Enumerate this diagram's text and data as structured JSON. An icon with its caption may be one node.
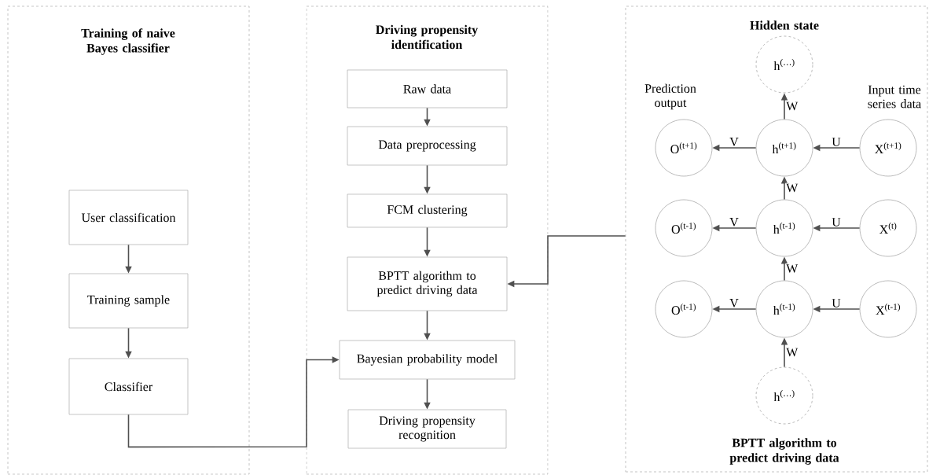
{
  "diagram": {
    "nodes": [
      {
        "text": [
          "Training of naive Bayes classifier"
        ]
      },
      {
        "text": [
          "User classification"
        ],
        "in": 0
      },
      {
        "text": [
          "Training sample"
        ],
        "in": 0
      },
      {
        "text": [
          "Classifier"
        ],
        "in": 0
      },
      {
        "text": [
          "Driving propensity identification"
        ]
      },
      {
        "text": [
          "Raw data"
        ],
        "in": 4
      },
      {
        "text": [
          "Data preprocessing"
        ],
        "in": 4
      },
      {
        "text": [
          "FCM clustering"
        ],
        "in": 4
      },
      {
        "text": [
          "BPTT algorithm to predict driving data"
        ],
        "in": 4
      },
      {
        "text": [
          "Bayesian probability model"
        ],
        "in": 4
      },
      {
        "text": [
          "Driving propensity recognition"
        ],
        "in": 4
      },
      {
        "text": [
          "Hidden state",
          "BPTT algorithm to predict driving data"
        ]
      },
      {
        "text": [
          "h$^{(…)}$"
        ],
        "in": 11
      },
      {
        "text": [
          "O$^{(t+1)}$"
        ],
        "in": 11,
        "beside": [
          "Prediction output"
        ]
      },
      {
        "text": [
          "h$^{(t+1)}$"
        ],
        "in": 11
      },
      {
        "text": [
          "X$^{(t+1)}$"
        ],
        "in": 11,
        "beside": [
          "Input time series data"
        ]
      },
      {
        "text": [
          "O$^{(t-1)}$"
        ],
        "in": 11
      },
      {
        "text": [
          "h$^{(t-1)}$"
        ],
        "in": 11
      },
      {
        "text": [
          "X$^{(t)}$"
        ],
        "in": 11
      },
      {
        "text": [
          "O$^{(t-1)}$"
        ],
        "in": 11
      },
      {
        "text": [
          "h$^{(t-1)}$"
        ],
        "in": 11
      },
      {
        "text": [
          "X$^{(t-1)}$"
        ],
        "in": 11
      },
      {
        "text": [
          "h$^{(…)}$"
        ],
        "in": 11
      }
    ],
    "edges": [
      {
        "from": 1,
        "to": 2,
        "arrow": "to"
      },
      {
        "from": 2,
        "to": 3,
        "arrow": "to"
      },
      {
        "from": 3,
        "to": 9,
        "arrow": "to"
      },
      {
        "from": 5,
        "to": 6,
        "arrow": "to"
      },
      {
        "from": 6,
        "to": 7,
        "arrow": "to"
      },
      {
        "from": 7,
        "to": 8,
        "arrow": "to"
      },
      {
        "from": 8,
        "to": 9,
        "arrow": "to"
      },
      {
        "from": 9,
        "to": 10,
        "arrow": "to"
      },
      {
        "from": 11,
        "to": 8,
        "arrow": "to"
      },
      {
        "from": 14,
        "to": 12,
        "arrow": "to",
        "label": "W"
      },
      {
        "from": 14,
        "to": 13,
        "arrow": "to",
        "label": "V"
      },
      {
        "from": 15,
        "to": 14,
        "arrow": "to",
        "label": "U"
      },
      {
        "from": 17,
        "to": 14,
        "arrow": "to",
        "label": "W"
      },
      {
        "from": 17,
        "to": 16,
        "arrow": "to",
        "label": "V"
      },
      {
        "from": 18,
        "to": 17,
        "arrow": "to",
        "label": "U"
      },
      {
        "from": 20,
        "to": 17,
        "arrow": "to",
        "label": "W"
      },
      {
        "from": 20,
        "to": 19,
        "arrow": "to",
        "label": "V"
      },
      {
        "from": 21,
        "to": 20,
        "arrow": "to",
        "label": "U"
      },
      {
        "from": 22,
        "to": 20,
        "arrow": "to",
        "label": "W"
      }
    ]
  }
}
